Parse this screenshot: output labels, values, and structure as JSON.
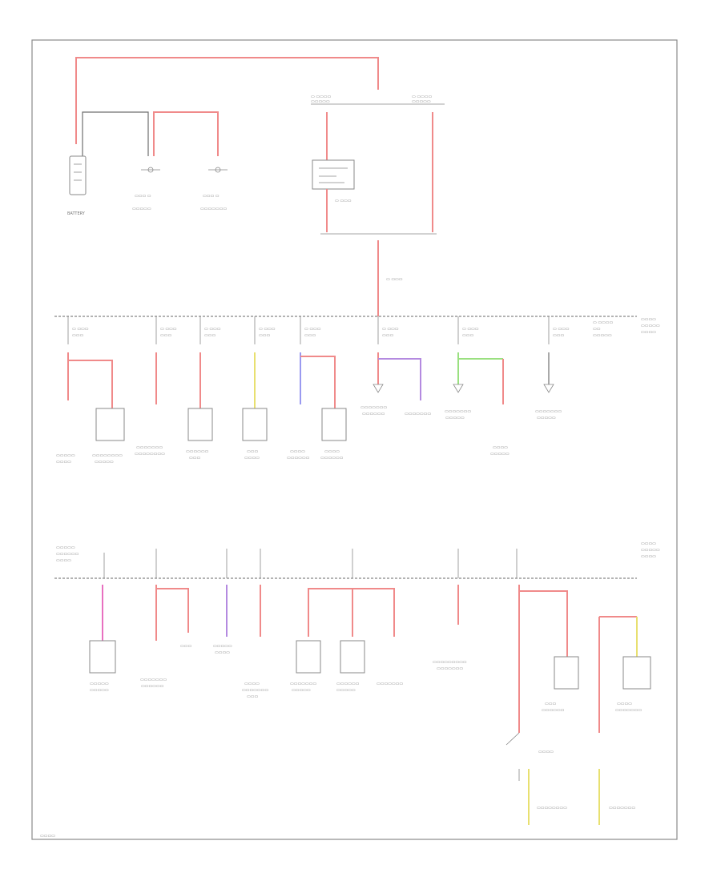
{
  "colors": {
    "red_wire": "#f08a8a",
    "pink_wire": "#e870c0",
    "purple_wire": "#b48ae0",
    "blue_wire": "#9a9af0",
    "yellow_wire": "#e8e070",
    "green_wire": "#9ae080",
    "ground_wire": "#6f6f6f",
    "frame": "#8a8a8a"
  },
  "labels": {
    "battery": "BATTERY",
    "starter": "STARTER",
    "generator": "GENERATOR"
  }
}
